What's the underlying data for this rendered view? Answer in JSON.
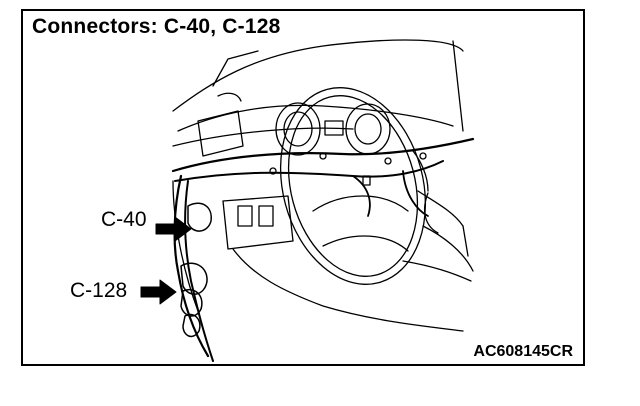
{
  "title": "Connectors: C-40, C-128",
  "callouts": [
    {
      "label": "C-40"
    },
    {
      "label": "C-128"
    }
  ],
  "figure_code": "AC608145CR",
  "colors": {
    "line": "#000000",
    "background": "#ffffff"
  }
}
